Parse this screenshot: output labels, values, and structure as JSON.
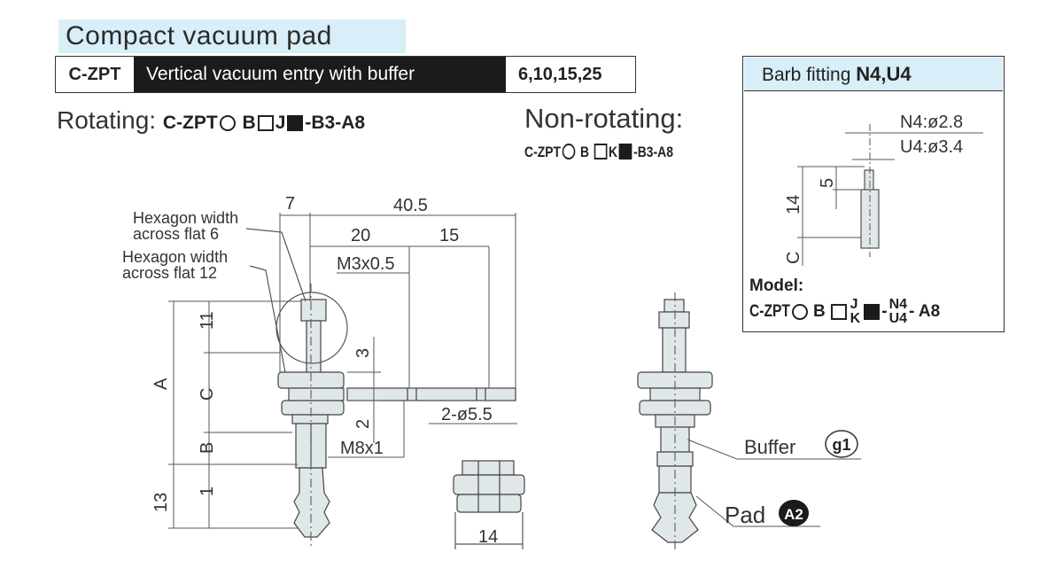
{
  "header": {
    "title": "Compact vacuum pad",
    "code": "C-ZPT",
    "description": "Vertical vacuum entry with buffer",
    "sizes": "6,10,15,25"
  },
  "rotating": {
    "label": "Rotating:",
    "prefix": "C-ZPT",
    "b": "B",
    "j": "J",
    "suffix": "-B3-A8"
  },
  "non_rotating": {
    "label": "Non-rotating:",
    "prefix": "C-ZPT",
    "b": "B",
    "k": "K",
    "suffix": "-B3-A8"
  },
  "barb": {
    "title": "Barb fitting",
    "title_bold": "N4,U4",
    "n4": "N4:ø2.8",
    "u4": "U4:ø3.4",
    "dim5": "5",
    "dim14": "14",
    "dimC": "C",
    "model_label": "Model:",
    "model_prefix": "C-ZPT",
    "model_b": "B",
    "model_j": "J",
    "model_k": "K",
    "model_dash": "-",
    "model_n4": "N4",
    "model_u4": "U4",
    "model_suffix": "- A8"
  },
  "main_drawing": {
    "hex6_line1": "Hexagon width",
    "hex6_line2": "across flat 6",
    "hex12_line1": "Hexagon width",
    "hex12_line2": "across flat 12",
    "dim7": "7",
    "dim40_5": "40.5",
    "dim20": "20",
    "dim15": "15",
    "thread_m3": "M3x0.5",
    "thread_m8": "M8x1",
    "dim11": "11",
    "dimA": "A",
    "dimC": "C",
    "dimB": "B",
    "dim1": "1",
    "dim13": "13",
    "dim3": "3",
    "dim2": "2",
    "holes": "2-ø5.5",
    "nut_width": "14"
  },
  "side_view": {
    "buffer_label": "Buffer",
    "buffer_code": "g1",
    "pad_label": "Pad",
    "pad_code": "A2"
  },
  "colors": {
    "title_bg": "#d8eef8",
    "header_dark": "#1b1b1b",
    "part_fill": "#dfe7e9",
    "line": "#333333"
  }
}
